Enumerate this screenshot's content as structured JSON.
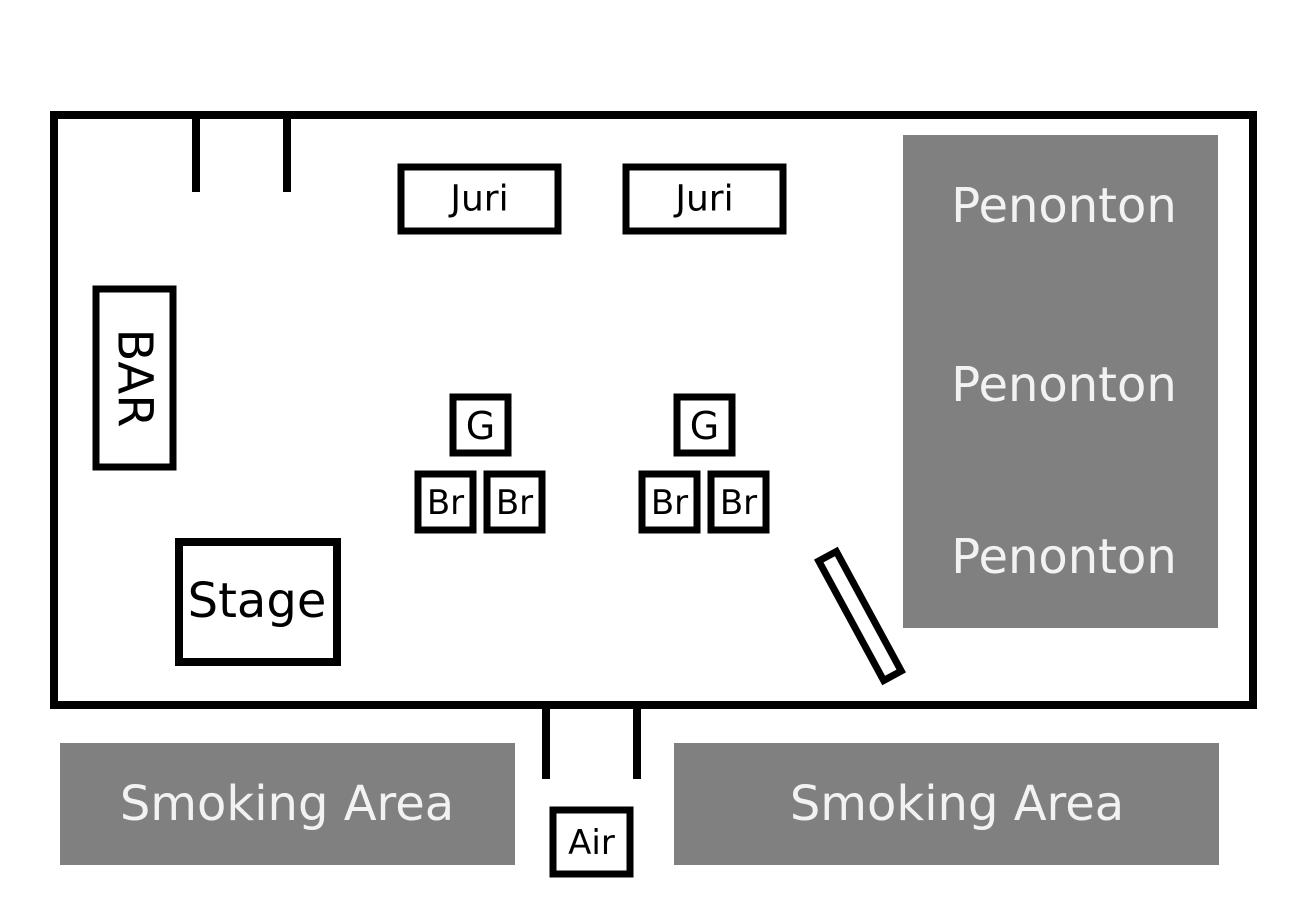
{
  "colors": {
    "wall": "#000000",
    "zone_fill": "#808080",
    "zone_text": "#f2f2f2",
    "box_text": "#000000",
    "background": "#ffffff"
  },
  "labels": {
    "juri_1": "Juri",
    "juri_2": "Juri",
    "bar": "BAR",
    "stage": "Stage",
    "g_1": "G",
    "g_2": "G",
    "br_1": "Br",
    "br_2": "Br",
    "br_3": "Br",
    "br_4": "Br",
    "penonton_1": "Penonton",
    "penonton_2": "Penonton",
    "penonton_3": "Penonton",
    "smoking_1": "Smoking Area",
    "smoking_2": "Smoking Area",
    "air": "Air"
  }
}
